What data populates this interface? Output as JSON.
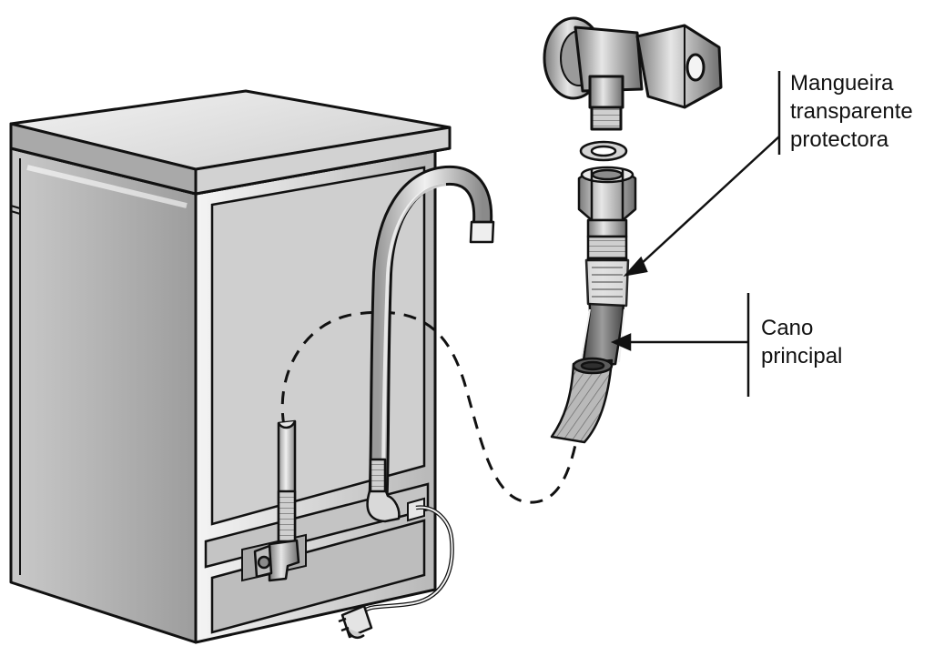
{
  "labels": {
    "protective_hose": [
      "Mangueira",
      "transparente",
      "protectora"
    ],
    "main_pipe": [
      "Cano",
      "principal"
    ]
  },
  "colors": {
    "outline": "#111111",
    "body_light": "#d9d9d9",
    "body_mid": "#bdbdbd",
    "body_dark": "#8e8e8e",
    "top_light": "#e8e8e8",
    "metal_dark": "#6d6d6d"
  },
  "icons": [
    "dishwasher-icon",
    "water-tap-icon",
    "washer-ring-icon",
    "hose-nut-icon",
    "power-plug-icon"
  ]
}
